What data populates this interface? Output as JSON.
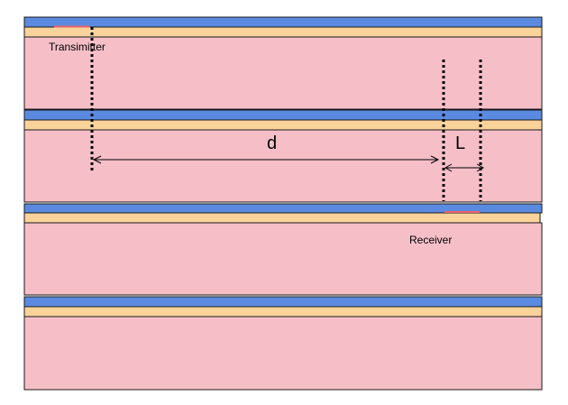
{
  "labels": {
    "transmitter": "Transimitter",
    "receiver": "Receiver",
    "distance": "d",
    "length": "L"
  },
  "colors": {
    "blue_layer": "#5b8be0",
    "tan_layer": "#fad39b",
    "pink_body": "#f6bfc8",
    "red_marker": "#e8606a",
    "outline": "#1a1a1a",
    "dotted_line": "#000000"
  },
  "stack": {
    "unit_count": 4,
    "layers_per_unit": [
      "blue-layer",
      "tan-layer",
      "pink-body"
    ]
  }
}
